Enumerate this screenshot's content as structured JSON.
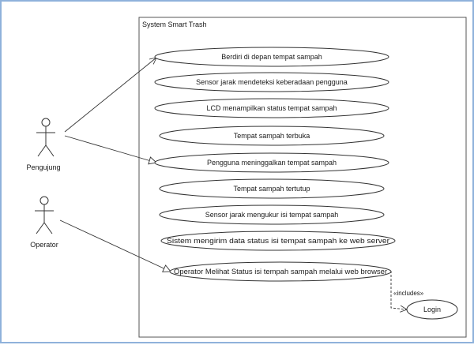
{
  "system": {
    "title": "System Smart Trash"
  },
  "actors": [
    {
      "id": "pengujung",
      "name": "Pengujung"
    },
    {
      "id": "operator",
      "name": "Operator"
    }
  ],
  "use_cases": [
    {
      "id": "uc1",
      "label": "Berdiri di depan tempat sampah"
    },
    {
      "id": "uc2",
      "label": "Sensor jarak mendeteksi keberadaan pengguna"
    },
    {
      "id": "uc3",
      "label": "LCD menampilkan status tempat sampah"
    },
    {
      "id": "uc4",
      "label": "Tempat sampah terbuka"
    },
    {
      "id": "uc5",
      "label": "Pengguna meninggalkan tempat sampah"
    },
    {
      "id": "uc6",
      "label": "Tempat sampah tertutup"
    },
    {
      "id": "uc7",
      "label": "Sensor jarak mengukur isi tempat sampah"
    },
    {
      "id": "uc8",
      "label": "Sistem mengirim data status isi tempat sampah ke web server"
    },
    {
      "id": "uc9",
      "label": "Operator Melihat Status isi tempah sampah melalui web browser"
    },
    {
      "id": "uc10",
      "label": "Login"
    }
  ],
  "associations": [
    {
      "actor": "pengujung",
      "use_case": "uc1"
    },
    {
      "actor": "pengujung",
      "use_case": "uc5"
    },
    {
      "actor": "operator",
      "use_case": "uc9"
    }
  ],
  "includes": [
    {
      "from": "uc9",
      "to": "uc10",
      "label": "«includes»"
    }
  ],
  "colors": {
    "frame_border": "#8fb2db",
    "line": "#333333",
    "text": "#1a1a1a"
  }
}
